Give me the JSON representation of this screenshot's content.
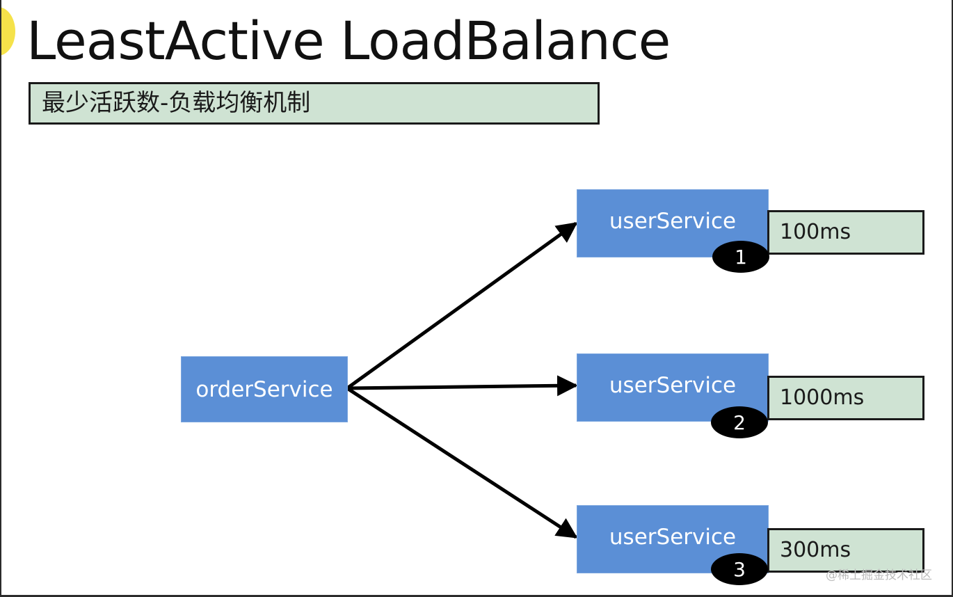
{
  "title": "LeastActive LoadBalance",
  "subtitle": "最少活跃数-负载均衡机制",
  "nodes": {
    "source": "orderService",
    "targets": [
      {
        "label": "userService",
        "index": "1",
        "time": "100ms"
      },
      {
        "label": "userService",
        "index": "2",
        "time": "1000ms"
      },
      {
        "label": "userService",
        "index": "3",
        "time": "300ms"
      }
    ]
  },
  "watermark": "@稀土掘金技术社区",
  "colors": {
    "node_fill": "#5b8fd6",
    "label_fill": "#cfe3d3",
    "badge_fill": "#000000",
    "arrow": "#000000"
  }
}
